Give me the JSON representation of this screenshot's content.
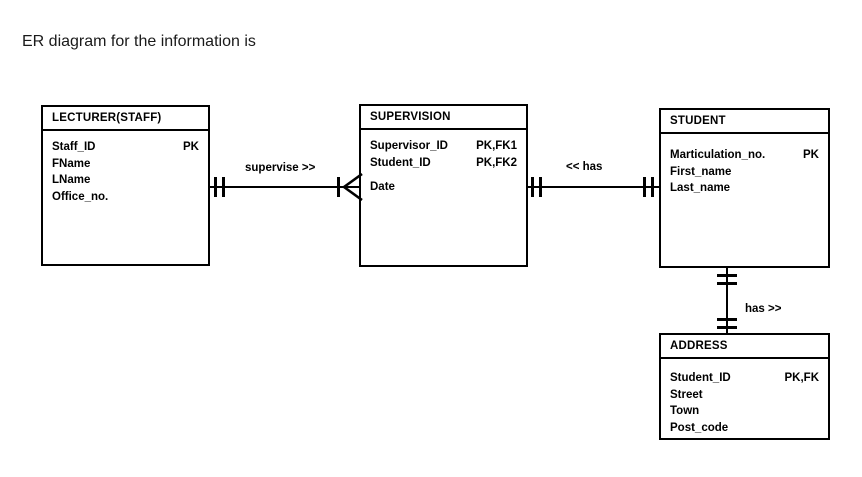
{
  "page": {
    "title": "ER diagram for the information is",
    "background": "#ffffff",
    "line_color": "#000000",
    "text_color": "#000000"
  },
  "entities": [
    {
      "id": "lecturer",
      "name": "LECTURER(STAFF)",
      "attributes": [
        {
          "name": "Staff_ID",
          "key": "PK"
        },
        {
          "name": "FName",
          "key": ""
        },
        {
          "name": "LName",
          "key": ""
        },
        {
          "name": "Office_no.",
          "key": ""
        }
      ]
    },
    {
      "id": "supervision",
      "name": "SUPERVISION",
      "attributes": [
        {
          "name": "Supervisor_ID",
          "key": "PK,FK1"
        },
        {
          "name": "Student_ID",
          "key": "PK,FK2"
        },
        {
          "name": "",
          "key": ""
        },
        {
          "name": "Date",
          "key": ""
        }
      ]
    },
    {
      "id": "student",
      "name": "STUDENT",
      "attributes": [
        {
          "name": "Marticulation_no.",
          "key": "PK"
        },
        {
          "name": "First_name",
          "key": ""
        },
        {
          "name": "Last_name",
          "key": ""
        }
      ]
    },
    {
      "id": "address",
      "name": "ADDRESS",
      "attributes": [
        {
          "name": "Student_ID",
          "key": "PK,FK"
        },
        {
          "name": "Street",
          "key": ""
        },
        {
          "name": "Town",
          "key": ""
        },
        {
          "name": "Post_code",
          "key": ""
        }
      ]
    }
  ],
  "relationships": [
    {
      "id": "supervise",
      "label": "supervise >>",
      "from": "LECTURER(STAFF)",
      "to": "SUPERVISION",
      "from_cardinality": "one-and-only-one",
      "to_cardinality": "one-or-many"
    },
    {
      "id": "has-student",
      "label": "<< has",
      "from": "SUPERVISION",
      "to": "STUDENT",
      "from_cardinality": "one-and-only-one",
      "to_cardinality": "one-and-only-one"
    },
    {
      "id": "has-address",
      "label": "has >>",
      "from": "STUDENT",
      "to": "ADDRESS",
      "from_cardinality": "one-and-only-one",
      "to_cardinality": "one-and-only-one"
    }
  ]
}
